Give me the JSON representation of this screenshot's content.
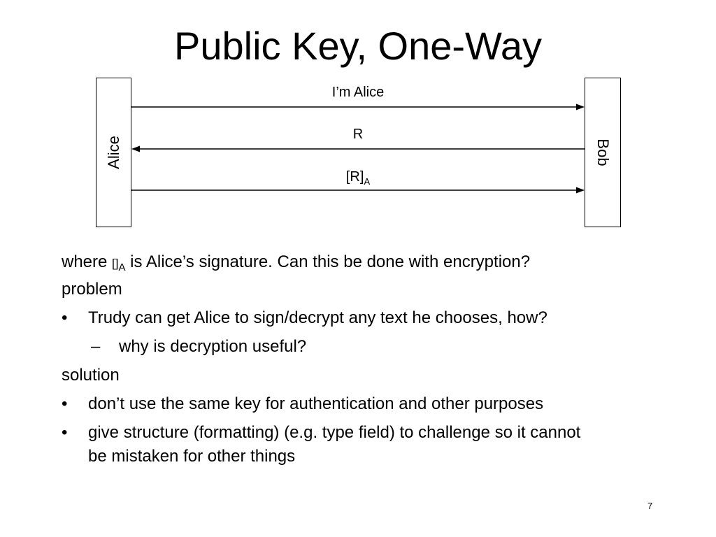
{
  "slide": {
    "title": "Public Key, One-Way",
    "page_number": "7"
  },
  "diagram": {
    "left_party": "Alice",
    "right_party": "Bob",
    "messages": [
      {
        "text": "I’m Alice",
        "direction": "right"
      },
      {
        "text": "R",
        "direction": "left"
      },
      {
        "text": "[R]",
        "subscript": "A",
        "direction": "right"
      }
    ]
  },
  "body": {
    "line1_pre": "where ",
    "line1_bracket": "[]",
    "line1_sub": "A",
    "line1_post": " is Alice’s signature. Can this be done with encryption?",
    "problem_heading": "problem",
    "problem_bullet": "Trudy can get Alice to sign/decrypt any text he chooses, how?",
    "problem_subbullet": "why is decryption useful?",
    "solution_heading": "solution",
    "solution_bullet_1": "don’t use the same key for authentication and other purposes",
    "solution_bullet_2_line1": "give structure (formatting) (e.g. type field) to challenge so it cannot",
    "solution_bullet_2_line2": "be mistaken for other things",
    "bullet_glyph": "•",
    "dash_glyph": "–"
  }
}
